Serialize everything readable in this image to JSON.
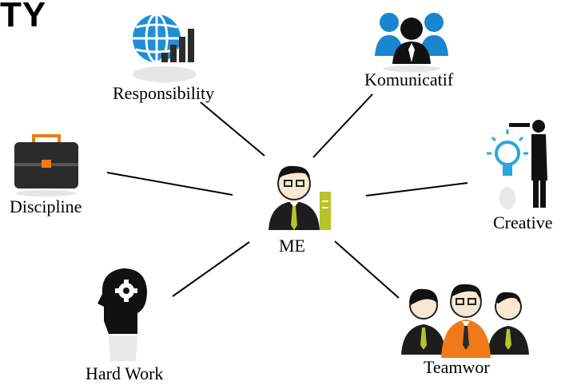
{
  "title": "TY",
  "center": {
    "label": "ME",
    "icon": "businessman-icon"
  },
  "nodes": [
    {
      "id": "responsibility",
      "label": "Responsibility",
      "icon": "globe-bar-chart-icon"
    },
    {
      "id": "komunicatif",
      "label": "Komunicatif",
      "icon": "people-group-icon"
    },
    {
      "id": "creative",
      "label": "Creative",
      "icon": "lightbulb-presenter-icon"
    },
    {
      "id": "teamwork",
      "label": "Teamwor",
      "icon": "team-people-icon"
    },
    {
      "id": "hardwork",
      "label": "Hard Work",
      "icon": "head-gear-icon"
    },
    {
      "id": "discipline",
      "label": "Discipline",
      "icon": "briefcase-icon"
    }
  ],
  "colors": {
    "line": "#000000",
    "globe": "#1e8fd6",
    "people_blue": "#1a86d0",
    "tie": "#b6c42a",
    "orange": "#f07a1a",
    "dark": "#2b2b2b"
  }
}
